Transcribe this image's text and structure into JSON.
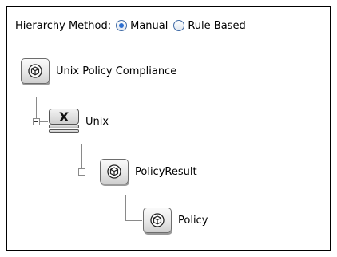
{
  "hierarchy_method": {
    "label": "Hierarchy Method:",
    "options": [
      {
        "label": "Manual",
        "selected": true
      },
      {
        "label": "Rule Based",
        "selected": false
      }
    ]
  },
  "tree": {
    "root": {
      "label": "Unix Policy Compliance",
      "icon": "ci-cube-icon"
    },
    "child": {
      "label": "Unix",
      "icon": "unix-stack-icon",
      "glyph": "X"
    },
    "grandchild": {
      "label": "PolicyResult",
      "icon": "ci-cube-icon"
    },
    "leaf": {
      "label": "Policy",
      "icon": "ci-cube-icon"
    }
  },
  "colors": {
    "radio_selected": "#2d6fd1",
    "tree_line": "#8a8a8a"
  }
}
